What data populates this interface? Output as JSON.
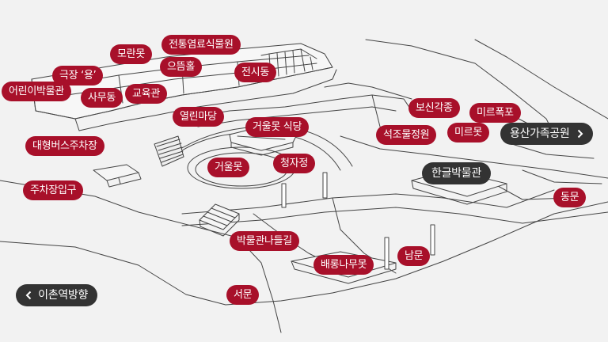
{
  "colors": {
    "label_bg": "#a8102a",
    "dark_bg": "#333333",
    "map_bg": "#f2f2f2",
    "line": "#444444"
  },
  "labels": {
    "jeontong": "전통염료식물원",
    "moranmot": "모란못",
    "geukjang": "극장 ‘용’",
    "eutteumhol": "으뜸홀",
    "eorini": "어린이박물관",
    "jeonsidong": "전시동",
    "samudong": "사무동",
    "gyoyukgwan": "교육관",
    "yeollinmadang": "열린마당",
    "bosin": "보신각종",
    "mireupok": "미르폭포",
    "geoulmot_sikdang": "거울못 식당",
    "seokjo": "석조물정원",
    "mireumot": "미르못",
    "daehyeong": "대형버스주차장",
    "geoulmot": "거울못",
    "cheongja": "청자정",
    "juchajang": "주차장입구",
    "dongmun": "동문",
    "nadeulgil": "박물관나들길",
    "namun": "남문",
    "baerong": "배롱나무못",
    "seomun": "서문"
  },
  "places": {
    "hangeul": "한글박물관"
  },
  "nav": {
    "yongsan": "용산가족공원",
    "ichon": "이촌역방향"
  }
}
